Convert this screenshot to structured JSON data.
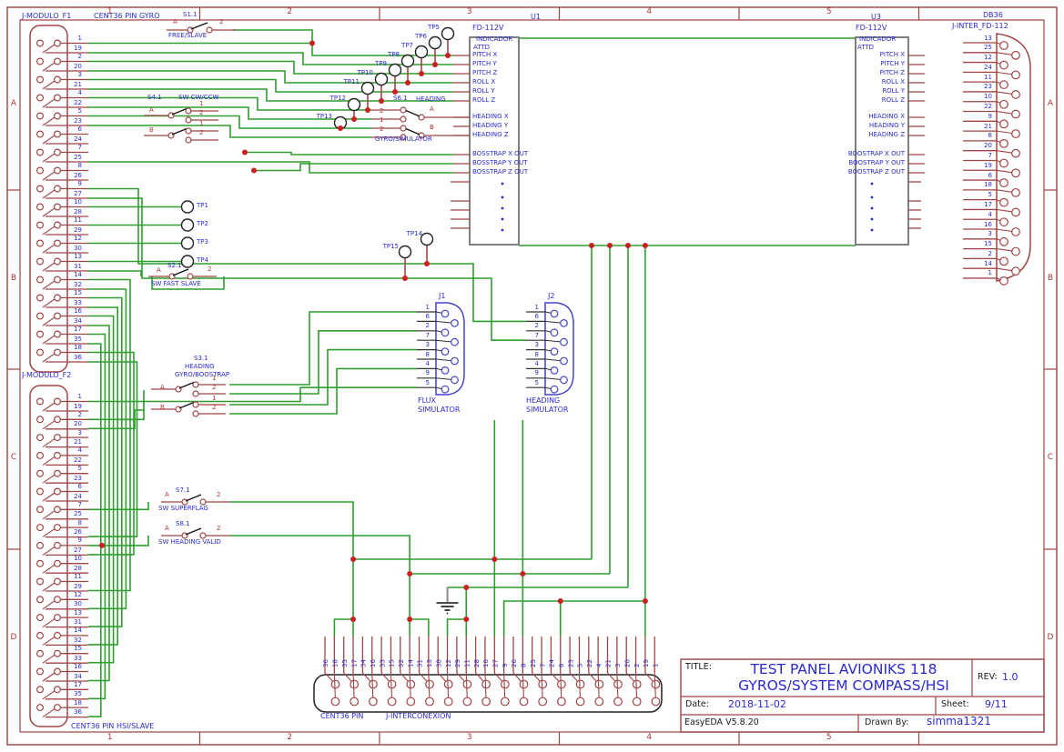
{
  "sheet": {
    "cols": [
      "1",
      "2",
      "3",
      "4",
      "5"
    ],
    "rows": [
      "A",
      "B",
      "C",
      "D"
    ]
  },
  "title_block": {
    "title_label": "TITLE:",
    "title_line1": "TEST PANEL AVIONIKS 118",
    "title_line2": "GYROS/SYSTEM COMPASS/HSI",
    "rev_label": "REV:",
    "rev": "1.0",
    "date_label": "Date:",
    "date": "2018-11-02",
    "sheet_label": "Sheet:",
    "sheet": "9/11",
    "tool": "EasyEDA V5.8.20",
    "drawn_label": "Drawn By:",
    "drawn_by": "simma1321"
  },
  "connectors": {
    "f1": {
      "designator": "J-MODULO_F1",
      "description": "CENT36 PIN GYRO",
      "pairs": [
        [
          "1",
          "19"
        ],
        [
          "2",
          "20"
        ],
        [
          "3",
          "21"
        ],
        [
          "4",
          "22"
        ],
        [
          "5",
          "23"
        ],
        [
          "6",
          "24"
        ],
        [
          "7",
          "25"
        ],
        [
          "8",
          "26"
        ],
        [
          "9",
          "27"
        ],
        [
          "10",
          "28"
        ],
        [
          "11",
          "29"
        ],
        [
          "12",
          "30"
        ],
        [
          "13",
          "31"
        ],
        [
          "14",
          "32"
        ],
        [
          "15",
          "33"
        ],
        [
          "16",
          "34"
        ],
        [
          "17",
          "35"
        ],
        [
          "18",
          "36"
        ]
      ]
    },
    "f2": {
      "designator": "J-MODULO_F2",
      "footer": "CENT36 PIN HSI/SLAVE",
      "pairs": [
        [
          "1",
          "19"
        ],
        [
          "2",
          "20"
        ],
        [
          "3",
          "21"
        ],
        [
          "4",
          "22"
        ],
        [
          "5",
          "23"
        ],
        [
          "6",
          "24"
        ],
        [
          "7",
          "25"
        ],
        [
          "8",
          "26"
        ],
        [
          "9",
          "27"
        ],
        [
          "10",
          "28"
        ],
        [
          "11",
          "29"
        ],
        [
          "12",
          "30"
        ],
        [
          "13",
          "31"
        ],
        [
          "14",
          "32"
        ],
        [
          "15",
          "33"
        ],
        [
          "16",
          "34"
        ],
        [
          "17",
          "35"
        ],
        [
          "18",
          "36"
        ]
      ]
    },
    "db36": {
      "designator": "DB36",
      "description": "J-INTER_FD-112",
      "pins": [
        "13",
        "25",
        "12",
        "24",
        "11",
        "23",
        "10",
        "22",
        "9",
        "21",
        "8",
        "20",
        "7",
        "19",
        "6",
        "18",
        "5",
        "17",
        "4",
        "16",
        "3",
        "15",
        "2",
        "14",
        "1"
      ]
    },
    "bottom": {
      "label": "CENT36 PIN",
      "description": "J-INTERCONEXION",
      "pins": [
        "36",
        "18",
        "35",
        "17",
        "34",
        "16",
        "33",
        "15",
        "32",
        "14",
        "31",
        "13",
        "30",
        "12",
        "29",
        "11",
        "28",
        "10",
        "27",
        "9",
        "26",
        "8",
        "25",
        "7",
        "24",
        "6",
        "23",
        "5",
        "22",
        "4",
        "21",
        "3",
        "20",
        "2",
        "19",
        "1"
      ]
    },
    "j1": {
      "designator": "J1",
      "caption1": "FLUX",
      "caption2": "SIMULATOR",
      "pins": [
        "1",
        "6",
        "2",
        "7",
        "3",
        "8",
        "4",
        "9",
        "5"
      ]
    },
    "j2": {
      "designator": "J2",
      "caption1": "HEADING",
      "caption2": "SIMULATOR",
      "pins": [
        "1",
        "6",
        "2",
        "7",
        "3",
        "8",
        "4",
        "9",
        "5"
      ]
    }
  },
  "ics": {
    "u1": {
      "designator": "U1",
      "value": "FD-112V",
      "header1": "INDICADOR",
      "header2": "ATTD",
      "pins": [
        "PITCH X",
        "PITCH Y",
        "PITCH Z",
        "ROLL X",
        "ROLL Y",
        "ROLL Z",
        "HEADING X",
        "HEADING Y",
        "HEADING Z",
        "BOSSTRAP X OUT",
        "BOSSTRAP Y OUT",
        "BOSSTRAP Z OUT"
      ]
    },
    "u3": {
      "designator": "U3",
      "value": "FD-112V",
      "header1": "INDICADOR",
      "header2": "ATTD",
      "pins": [
        "PITCH X",
        "PITCH Y",
        "PITCH Z",
        "ROLL X",
        "ROLL Y",
        "ROLL Z",
        "HEADING X",
        "HEADING Y",
        "HEADING Z",
        "BOOSTRAP X OUT",
        "BOOSTRAP Y OUT",
        "BOOSTRAP Z OUT"
      ]
    }
  },
  "switches": {
    "s1": {
      "designator": "S1.1",
      "label": "FREE/SLAVE",
      "pole": "A",
      "term": "2"
    },
    "s2": {
      "designator": "S2.1",
      "label": "SW FAST SLAVE",
      "pole": "A",
      "term": "2"
    },
    "s3": {
      "designator": "S3.1",
      "label1": "HEADING",
      "label2": "GYRO/BOOSTRAP",
      "poles": [
        "A",
        "B"
      ],
      "terms": [
        "1",
        "2",
        "1",
        "2"
      ]
    },
    "s4": {
      "designator": "S4.1",
      "label": "SW CW/CCW",
      "poles": [
        "A",
        "B"
      ],
      "terms": [
        "1",
        "2",
        "1",
        "2"
      ]
    },
    "s6": {
      "designator": "S6.1",
      "label1": "HEADING",
      "label2": "GYRO/SIMULATOR",
      "poles": [
        "A",
        "B"
      ],
      "terms": [
        "1",
        "2",
        "1",
        "2"
      ]
    },
    "s7": {
      "designator": "S7.1",
      "label": "SW SUPERFLAG",
      "pole": "A",
      "term": "2"
    },
    "s8": {
      "designator": "S8.1",
      "label": "SW HEADING VALID",
      "pole": "A",
      "term": "2"
    }
  },
  "testpoints": [
    "TP1",
    "TP2",
    "TP3",
    "TP4",
    "TP5",
    "TP6",
    "TP7",
    "TP8",
    "TP9",
    "TP10",
    "TP11",
    "TP12",
    "TP13",
    "TP14",
    "TP15"
  ],
  "colors": {
    "wire": "#2f9e2f",
    "pin": "#a04545",
    "junction": "#cc2020",
    "text_blue": "#2a2ad2",
    "text_red": "#b03434",
    "frame": "#9c4343",
    "ic_border": "#7f7f7f",
    "connector_blue": "#4444cc",
    "body_black": "#222222"
  }
}
